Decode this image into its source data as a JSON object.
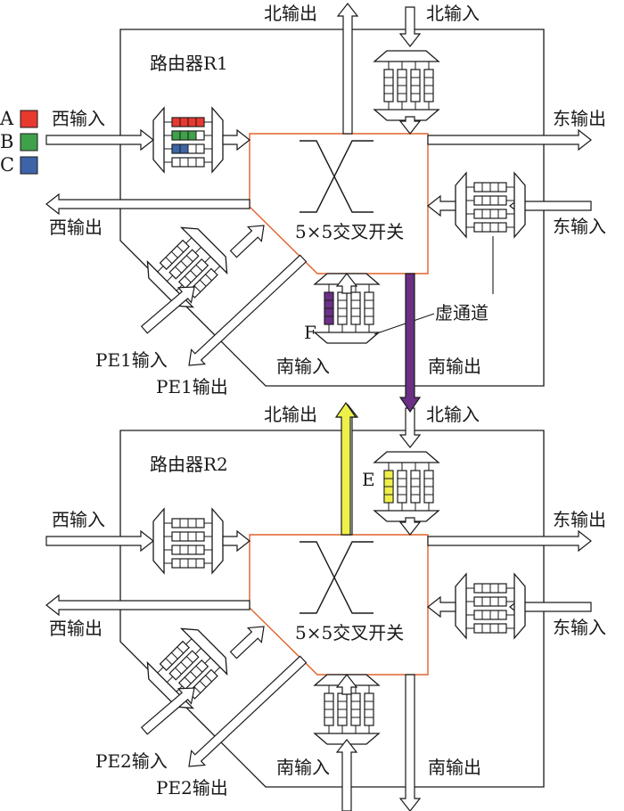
{
  "legend": [
    {
      "key": "A",
      "color": "#e8392f"
    },
    {
      "key": "B",
      "color": "#3fa14a"
    },
    {
      "key": "C",
      "color": "#3e64a8"
    }
  ],
  "routers": [
    {
      "title": "路由器R1",
      "crossbar": "5×5交叉开关",
      "north_out": "北输出",
      "north_in": "北输入",
      "east_out": "东输出",
      "east_in": "东输入",
      "west_in": "西输入",
      "west_out": "西输出",
      "south_in": "南输入",
      "south_out": "南输出",
      "pe_in": "PE1输入",
      "pe_out": "PE1输出"
    },
    {
      "title": "路由器R2",
      "crossbar": "5×5交叉开关",
      "north_out": "北输出",
      "north_in": "北输入",
      "east_out": "东输出",
      "east_in": "东输入",
      "west_in": "西输入",
      "west_out": "西输出",
      "south_in": "南输入",
      "south_out": "南输出",
      "pe_in": "PE2输入",
      "pe_out": "PE2输出"
    }
  ],
  "annotations": {
    "virtual_channel": "虚通道",
    "flow_e": "E",
    "flow_f": "F"
  },
  "colors": {
    "crossbar_border": "#e0622a",
    "flow_f": "#6b2f86",
    "flow_e": "#eef04a",
    "line": "#1a1a1a"
  }
}
